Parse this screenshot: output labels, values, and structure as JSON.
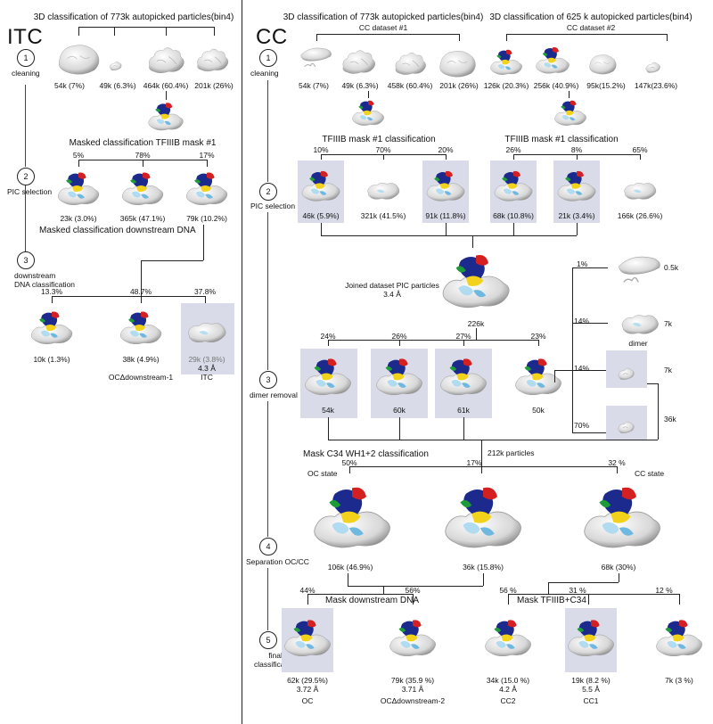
{
  "itc": {
    "title": "ITC",
    "header": "3D classification  of 773k autopicked particles(bin4)",
    "steps": [
      {
        "num": "1",
        "label": "cleaning"
      },
      {
        "num": "2",
        "label": "PIC selection"
      },
      {
        "num": "3",
        "label": "downstream\nDNA classification"
      }
    ],
    "clean_classes": [
      "54k (7%)",
      "49k (6.3%)",
      "464k (60.4%)",
      "201k (26%)"
    ],
    "masked_title": "Masked classification TFIIIB mask #1",
    "pic_pct": [
      "5%",
      "78%",
      "17%"
    ],
    "pic_classes": [
      "23k (3.0%)",
      "365k (47.1%)",
      "79k (10.2%)"
    ],
    "downstream_title": "Masked classification downstream DNA",
    "ds_pct": [
      "13.3%",
      "48.7%",
      "37.8%"
    ],
    "ds_classes": [
      "10k (1.3%)",
      "38k (4.9%)",
      "29k (3.8%)"
    ],
    "ds_res": "4.3 Å",
    "ds_names": [
      "OCΔdownstream-1",
      "ITC"
    ]
  },
  "cc": {
    "title": "CC",
    "header1": "3D classification  of 773k autopicked particles(bin4)",
    "sub1": "CC dataset #1",
    "header2": "3D classification  of 625 k autopicked particles(bin4)",
    "sub2": "CC dataset #2",
    "steps": [
      {
        "num": "1",
        "label": "cleaning"
      },
      {
        "num": "2",
        "label": "PIC selection"
      },
      {
        "num": "3",
        "label": "dimer removal"
      },
      {
        "num": "4",
        "label": "Separation OC/CC"
      },
      {
        "num": "5",
        "label": "final\nclassification"
      }
    ],
    "clean1": [
      "54k (7%)",
      "49k (6.3%)",
      "458k (60.4%)",
      "201k (26%)"
    ],
    "clean2": [
      "126k (20.3%)",
      "256k (40.9%)",
      "95k(15.2%)",
      "147k(23.6%)"
    ],
    "mask1_title": "TFIIIB mask #1 classification",
    "mask2_title": "TFIIIB mask #1 classification",
    "pic1_pct": [
      "10%",
      "70%",
      "20%"
    ],
    "pic2_pct": [
      "26%",
      "8%",
      "65%"
    ],
    "pic1_classes": [
      "46k (5.9%)",
      "321k (41.5%)",
      "91k (11.8%)"
    ],
    "pic2_classes": [
      "68k (10.8%)",
      "21k (3.4%)",
      "166k (26.6%)"
    ],
    "joined_title": "Joined dataset PIC particles",
    "joined_res": "3.4 Å",
    "joined_count": "226k",
    "dimer_pct": [
      "24%",
      "26%",
      "27%",
      "23%"
    ],
    "dimer_classes": [
      "54k",
      "60k",
      "61k",
      "50k"
    ],
    "side_pct": [
      "1%",
      "14%",
      "14%",
      "70%"
    ],
    "side_counts": [
      "0.5k",
      "7k",
      "7k",
      "36k"
    ],
    "dimer_label": "dimer",
    "particles": "212k particles",
    "mask_c34": "Mask C34  WH1+2 classification",
    "sep_pct": [
      "50%",
      "17%",
      "32 %"
    ],
    "oc_state": "OC state",
    "cc_state": "CC state",
    "sep_classes": [
      "106k (46.9%)",
      "36k (15.8%)",
      "68k (30%)"
    ],
    "final_pct_left": [
      "44%",
      "56%"
    ],
    "final_pct_right": [
      "56 %",
      "31 %",
      "12 %"
    ],
    "mask_ds": "Mask downstream DNA",
    "mask_tf": "Mask TFIIIB+C34",
    "final": [
      {
        "count": "62k (29.5%)",
        "res": "3.72 Å",
        "name": "OC"
      },
      {
        "count": "79k (35.9 %)",
        "res": "3.71 Å",
        "name": "OCΔdownstream-2"
      },
      {
        "count": "34k (15.0 %)",
        "res": "4.2 Å",
        "name": "CC2"
      },
      {
        "count": "19k (8.2 %)",
        "res": "5.5 Å",
        "name": "CC1"
      },
      {
        "count": "7k (3 %)",
        "res": "",
        "name": ""
      }
    ]
  }
}
